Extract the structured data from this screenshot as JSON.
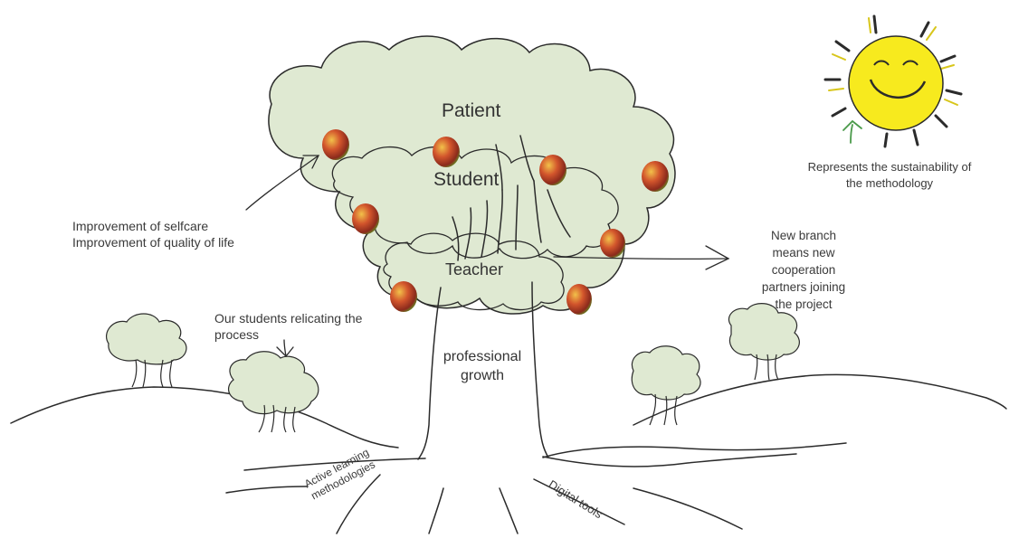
{
  "tree": {
    "crown_top": "Patient",
    "crown_middle": "Student",
    "crown_lower": "Teacher",
    "trunk_line1": "professional",
    "trunk_line2": "growth"
  },
  "roots": {
    "left_line1": "Active learning",
    "left_line2": "methodologies",
    "right": "Digital tools"
  },
  "annotations": {
    "selfcare_line1": "Improvement of selfcare",
    "selfcare_line2": "Improvement of quality of life",
    "replicating_line1": "Our students relicating the",
    "replicating_line2": "process",
    "branch_line1": "New branch",
    "branch_line2": "means new",
    "branch_line3": "cooperation",
    "branch_line4": "partners joining",
    "branch_line5": "the project",
    "sun_line1": "Represents the sustainability of",
    "sun_line2": "the methodology"
  },
  "colors": {
    "foliage": "#dfe9d2",
    "ink": "#2b2b2b",
    "sun": "#f7ea1e",
    "sun_rays": "#d8c61b",
    "arrow_green": "#4a9a4a",
    "fruit_red": "#c0392b",
    "fruit_green": "#8a9a2a"
  }
}
